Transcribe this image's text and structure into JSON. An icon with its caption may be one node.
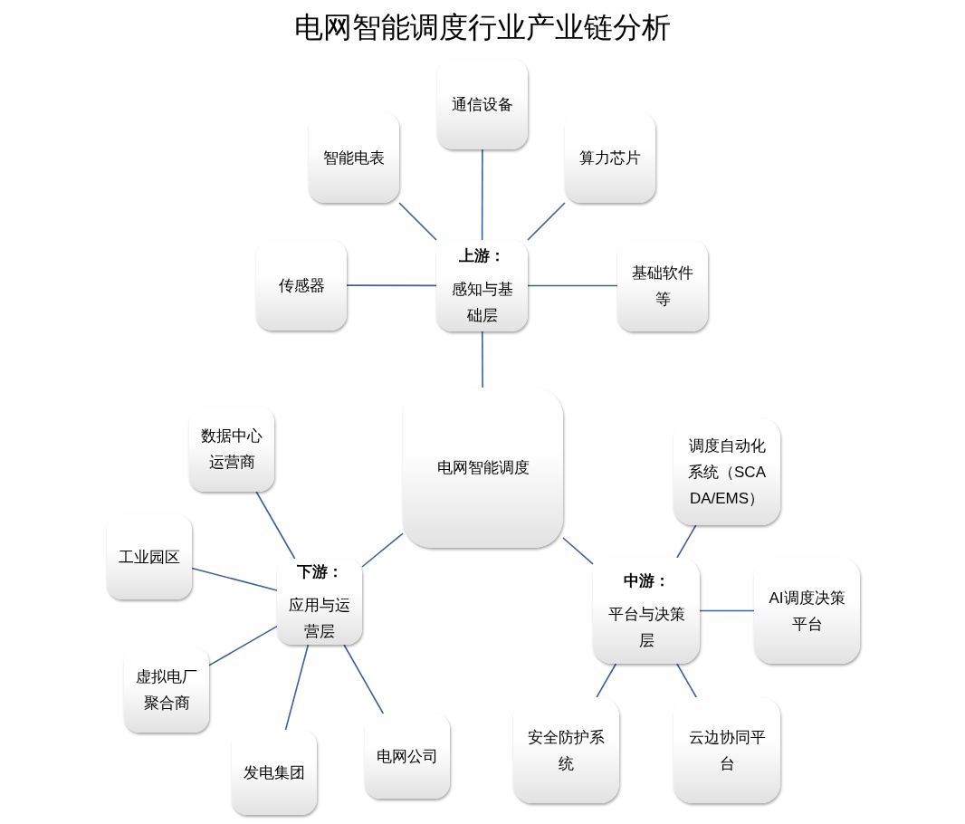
{
  "diagram": {
    "title": "电网智能调度行业产业链分析",
    "nodes": [
      {
        "text": [
          "电网智能调度"
        ]
      },
      {
        "text": [
          "上游：",
          "感知与基础层"
        ]
      },
      {
        "text": [
          "通信设备"
        ]
      },
      {
        "text": [
          "智能电表"
        ]
      },
      {
        "text": [
          "算力芯片"
        ]
      },
      {
        "text": [
          "传感器"
        ]
      },
      {
        "text": [
          "基础软件等"
        ]
      },
      {
        "text": [
          "中游：",
          "平台与决策层"
        ]
      },
      {
        "text": [
          "调度自动化系统（SCADA/EMS）"
        ]
      },
      {
        "text": [
          "AI调度决策平台"
        ]
      },
      {
        "text": [
          "安全防护系统"
        ]
      },
      {
        "text": [
          "云边协同平台"
        ]
      },
      {
        "text": [
          "下游：",
          "应用与运营层"
        ]
      },
      {
        "text": [
          "数据中心运营商"
        ]
      },
      {
        "text": [
          "工业园区"
        ]
      },
      {
        "text": [
          "虚拟电厂聚合商"
        ]
      },
      {
        "text": [
          "发电集团"
        ]
      },
      {
        "text": [
          "电网公司"
        ]
      }
    ],
    "edges": [
      {
        "from": 0,
        "to": 1,
        "arrow": "none"
      },
      {
        "from": 0,
        "to": 7,
        "arrow": "none"
      },
      {
        "from": 0,
        "to": 12,
        "arrow": "none"
      },
      {
        "from": 1,
        "to": 2,
        "arrow": "none"
      },
      {
        "from": 1,
        "to": 3,
        "arrow": "none"
      },
      {
        "from": 1,
        "to": 4,
        "arrow": "none"
      },
      {
        "from": 1,
        "to": 5,
        "arrow": "none"
      },
      {
        "from": 1,
        "to": 6,
        "arrow": "none"
      },
      {
        "from": 7,
        "to": 8,
        "arrow": "none"
      },
      {
        "from": 7,
        "to": 9,
        "arrow": "none"
      },
      {
        "from": 7,
        "to": 10,
        "arrow": "none"
      },
      {
        "from": 7,
        "to": 11,
        "arrow": "none"
      },
      {
        "from": 12,
        "to": 13,
        "arrow": "none"
      },
      {
        "from": 12,
        "to": 14,
        "arrow": "none"
      },
      {
        "from": 12,
        "to": 15,
        "arrow": "none"
      },
      {
        "from": 12,
        "to": 16,
        "arrow": "none"
      },
      {
        "from": 12,
        "to": 17,
        "arrow": "none"
      }
    ]
  }
}
